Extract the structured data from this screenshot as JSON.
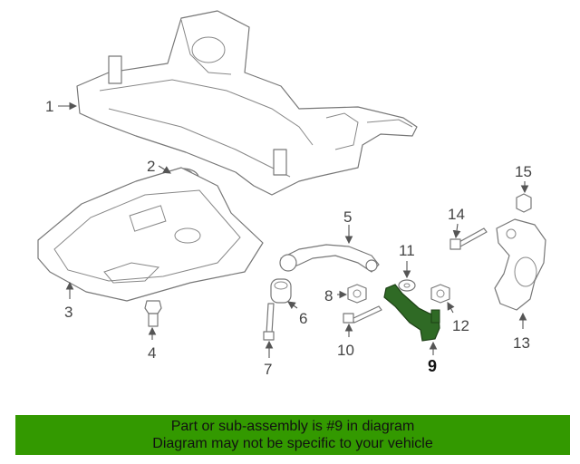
{
  "diagram": {
    "callouts": [
      "1",
      "2",
      "3",
      "4",
      "5",
      "6",
      "7",
      "8",
      "9",
      "10",
      "11",
      "12",
      "13",
      "14",
      "15"
    ],
    "highlight_color": "#2f6a25",
    "line_color": "#777777"
  },
  "banner": {
    "line1": "Part or sub-assembly is #9 in diagram",
    "line2": "Diagram may not be specific to your vehicle",
    "background": "#339900"
  }
}
